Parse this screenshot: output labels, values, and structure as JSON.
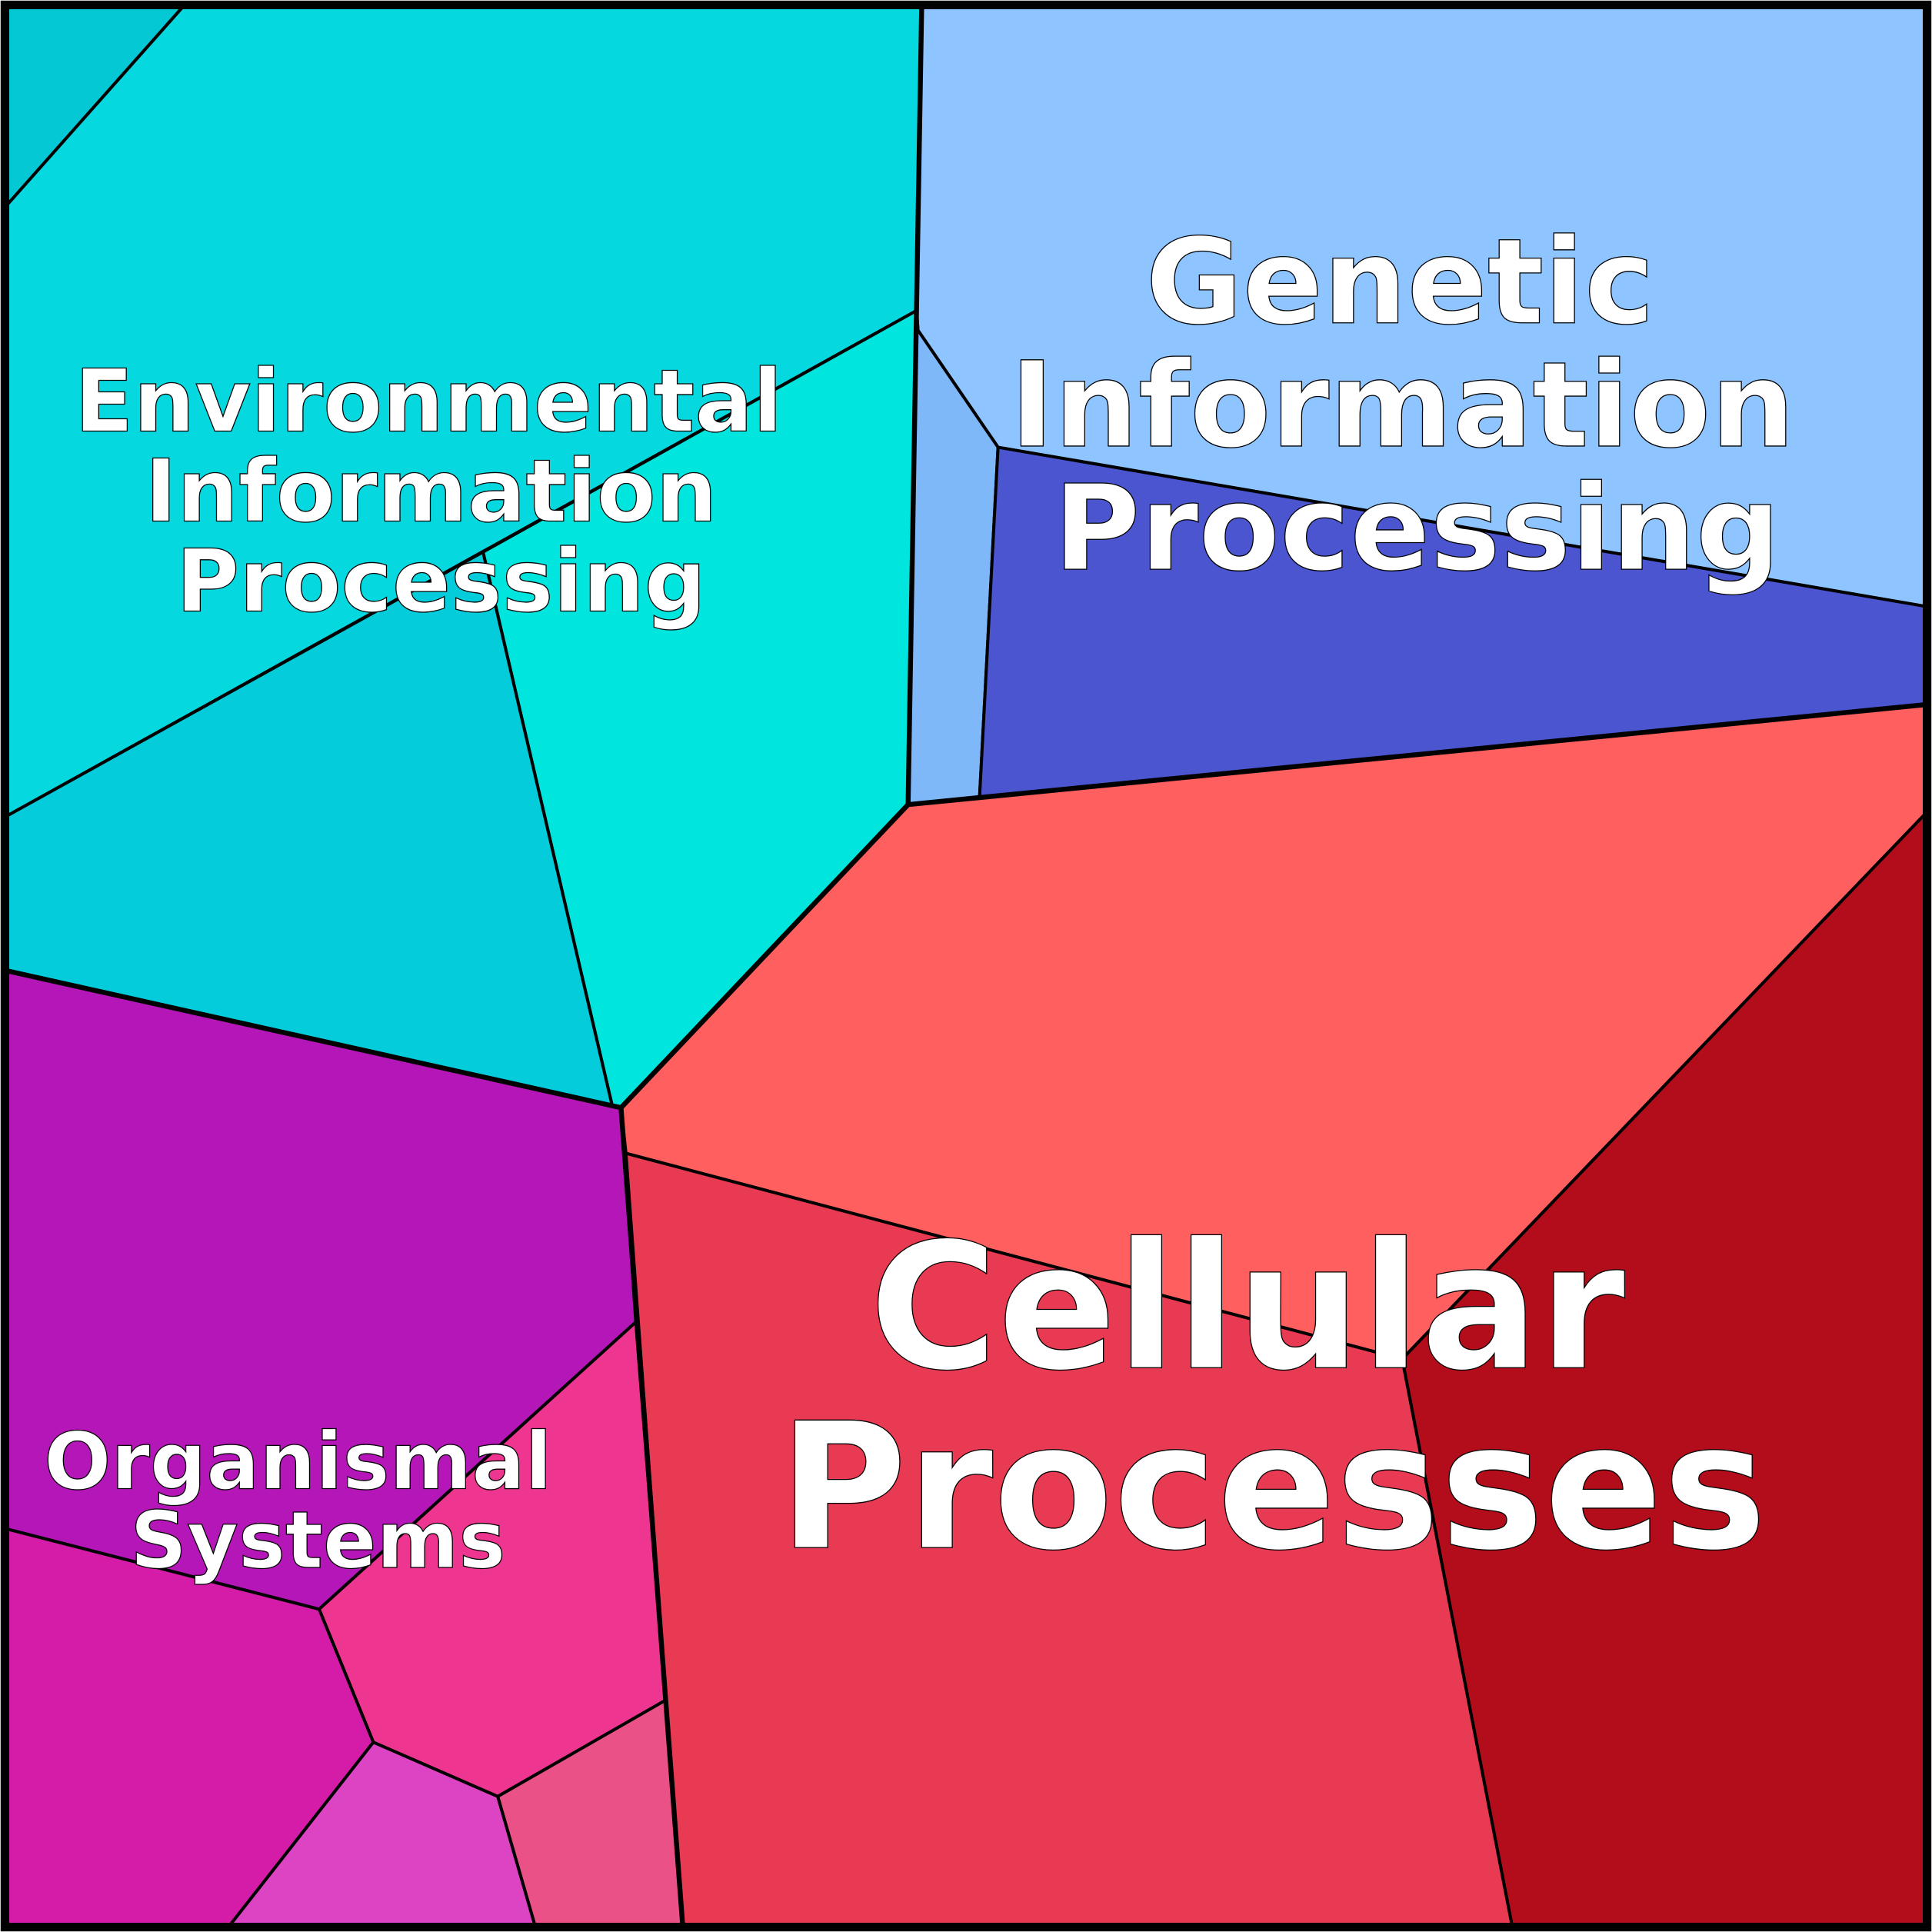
{
  "diagram": {
    "type": "voronoi-treemap",
    "categories": [
      {
        "label_lines": [
          "Environmental",
          "Information",
          "Processing"
        ],
        "color": "#06d8e0"
      },
      {
        "label_lines": [
          "Genetic",
          "Information",
          "Processing"
        ],
        "color": "#8ec4ff"
      },
      {
        "label_lines": [
          "Cellular",
          "Processes"
        ],
        "color": "#ff5f5f"
      },
      {
        "label_lines": [
          "Organismal",
          "Systems"
        ],
        "color": "#b516b8"
      }
    ]
  }
}
